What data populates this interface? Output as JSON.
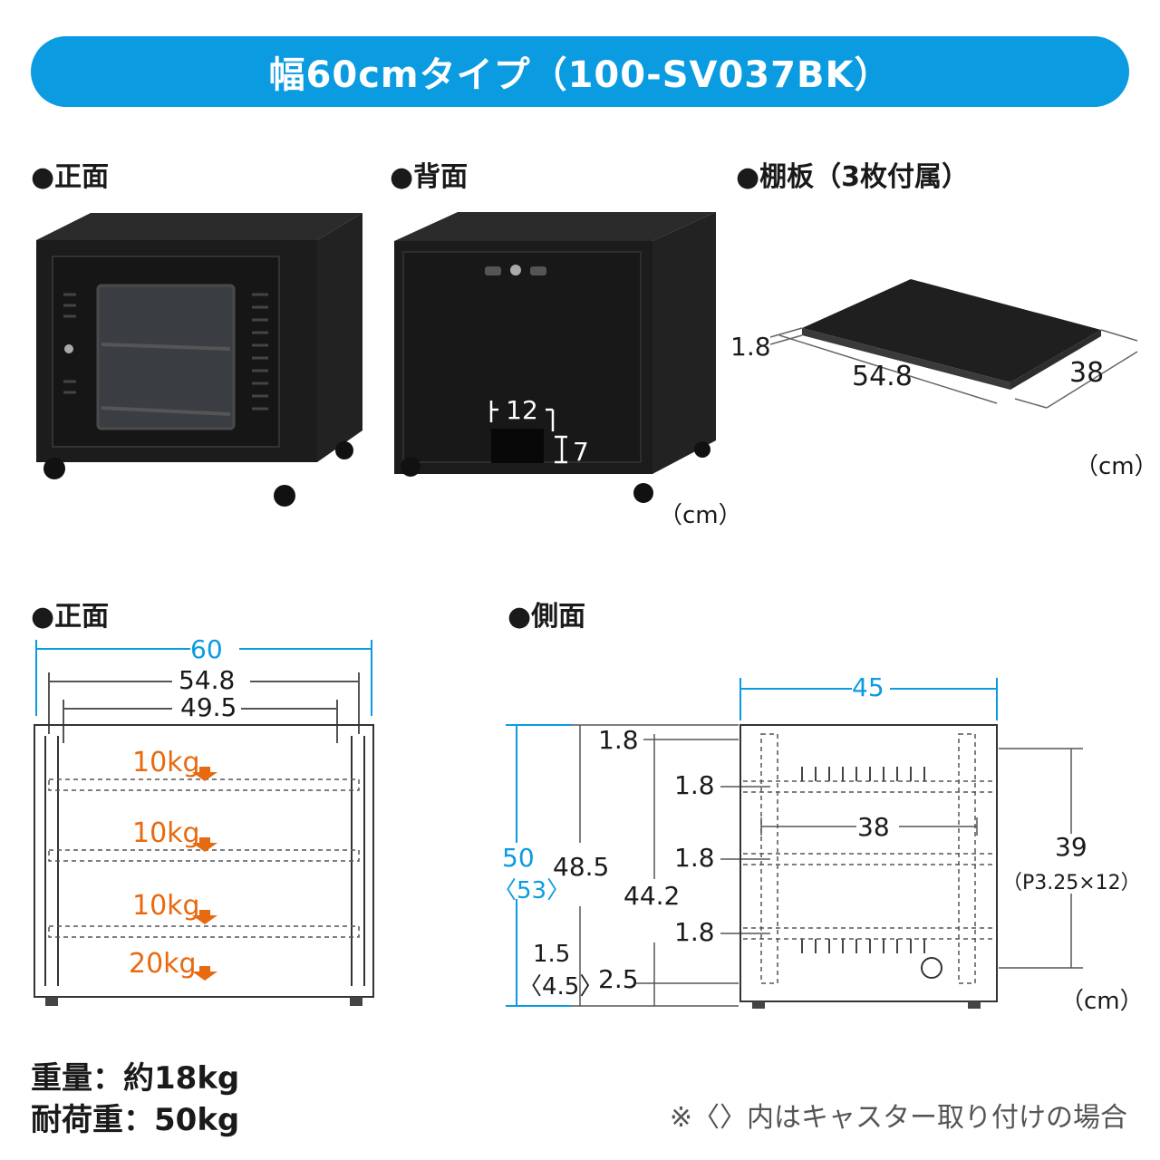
{
  "banner": {
    "title": "幅60cmタイプ（100-SV037BK）"
  },
  "photos": {
    "front_label": "●正面",
    "back_label": "●背面",
    "shelf_label": "●棚板（3枚付属）",
    "back_dims": {
      "width": "12",
      "height": "7"
    },
    "shelf_dims": {
      "thickness": "1.8",
      "width": "54.8",
      "depth": "38"
    },
    "unit": "（cm）"
  },
  "front_diagram": {
    "label": "●正面",
    "dims": {
      "outer": "60",
      "inner": "54.8",
      "opening": "49.5"
    },
    "loads": [
      "10kg",
      "10kg",
      "10kg",
      "20kg"
    ]
  },
  "side_diagram": {
    "label": "●側面",
    "dims": {
      "depth": "45",
      "height": "50",
      "height_caster": "〈53〉",
      "inner_h1": "48.5",
      "inner_h2": "44.2",
      "top": "1.8",
      "shelf": [
        "1.8",
        "1.8",
        "1.8"
      ],
      "rail": "38",
      "rack": "39",
      "rack_pitch": "（P3.25×12）",
      "base": "1.5",
      "base_caster": "〈4.5〉",
      "bottom": "2.5"
    },
    "unit": "（cm）"
  },
  "specs": {
    "weight": "重量：約18kg",
    "load": "耐荷重：50kg"
  },
  "note": "※〈〉内はキャスター取り付けの場合",
  "colors": {
    "banner": "#0a9be0",
    "blue_dim": "#0a9be0",
    "load": "#e86a10"
  }
}
